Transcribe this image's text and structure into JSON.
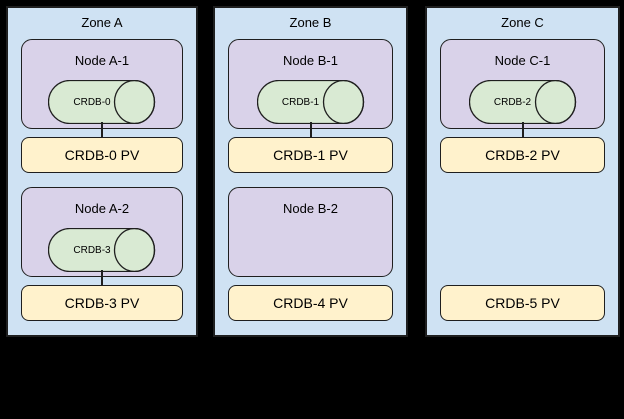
{
  "colors": {
    "bg": "#000000",
    "zone_fill": "#cfe2f3",
    "node_fill": "#d9d2e9",
    "pod_fill": "#d9ead3",
    "pv_fill": "#fff2cc",
    "stroke": "#1f1f1f",
    "text": "#000000"
  },
  "zones": [
    {
      "label": "Zone A",
      "rows": [
        {
          "node": "Node A-1",
          "pod": "CRDB-0",
          "pv": "CRDB-0 PV",
          "connected": true
        },
        {
          "node": "Node A-2",
          "pod": "CRDB-3",
          "pv": "CRDB-3 PV",
          "connected": true
        }
      ]
    },
    {
      "label": "Zone B",
      "rows": [
        {
          "node": "Node B-1",
          "pod": "CRDB-1",
          "pv": "CRDB-1 PV",
          "connected": true
        },
        {
          "node": "Node B-2",
          "pod": null,
          "pv": "CRDB-4 PV",
          "connected": false
        }
      ]
    },
    {
      "label": "Zone C",
      "rows": [
        {
          "node": "Node C-1",
          "pod": "CRDB-2",
          "pv": "CRDB-2 PV",
          "connected": true
        },
        {
          "node": null,
          "pod": null,
          "pv": "CRDB-5 PV",
          "connected": false
        }
      ]
    }
  ]
}
